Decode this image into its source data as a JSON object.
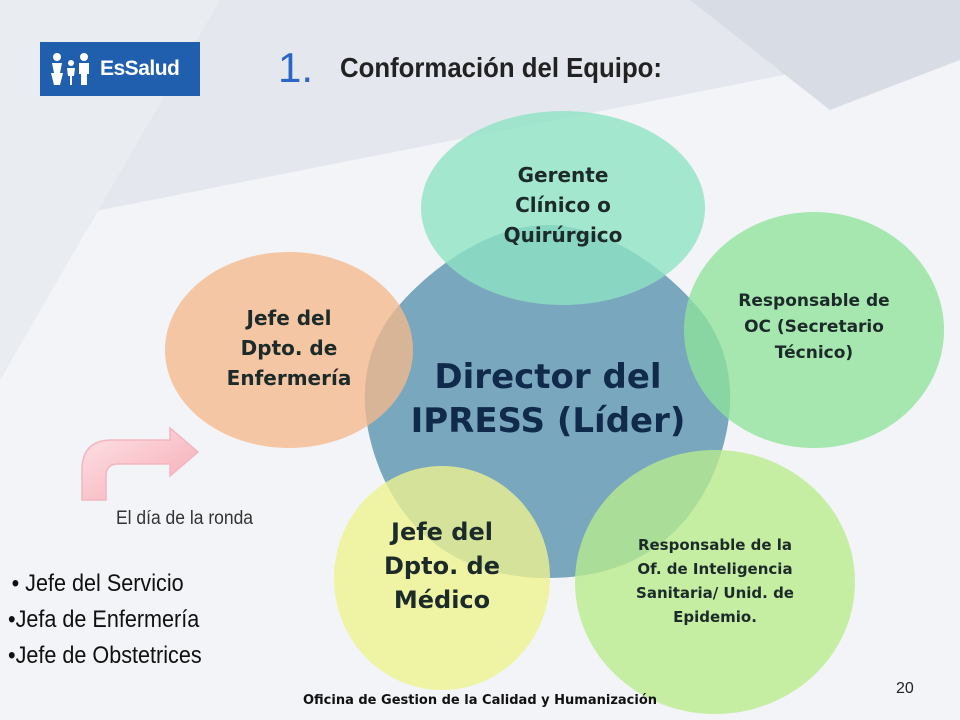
{
  "header": {
    "logo_text": "EsSalud",
    "number": "1.",
    "title": "Conformación del Equipo:"
  },
  "diagram": {
    "center": [
      "Director del",
      "IPRESS (Líder)"
    ],
    "nodes": [
      {
        "id": "gerente",
        "lines": [
          "Gerente",
          "Clínico o",
          "Quirúrgico"
        ],
        "color": "#8ee3c4"
      },
      {
        "id": "responsable-oc",
        "lines": [
          "Responsable de",
          "OC (Secretario",
          "Técnico)"
        ],
        "color": "#8fe39a"
      },
      {
        "id": "responsable-inteligencia",
        "lines": [
          "Responsable de la",
          "Of. de Inteligencia",
          "Sanitaria/ Unid. de",
          "Epidemio."
        ],
        "color": "#b8ec8c"
      },
      {
        "id": "jefe-medico",
        "lines": [
          "Jefe del",
          "Dpto. de",
          "Médico"
        ],
        "color": "#eef48e"
      },
      {
        "id": "jefe-enfermeria",
        "lines": [
          "Jefe del",
          "Dpto. de",
          "Enfermería"
        ],
        "color": "#f5b98c"
      }
    ],
    "center_color": "#6f9fb7"
  },
  "arrow_label": "El día de la ronda",
  "bullets": [
    "Jefe del Servicio",
    "Jefa de Enfermería",
    "Jefe de Obstetrices"
  ],
  "footer": "Oficina de Gestion de la Calidad y Humanización",
  "page_number": "20"
}
